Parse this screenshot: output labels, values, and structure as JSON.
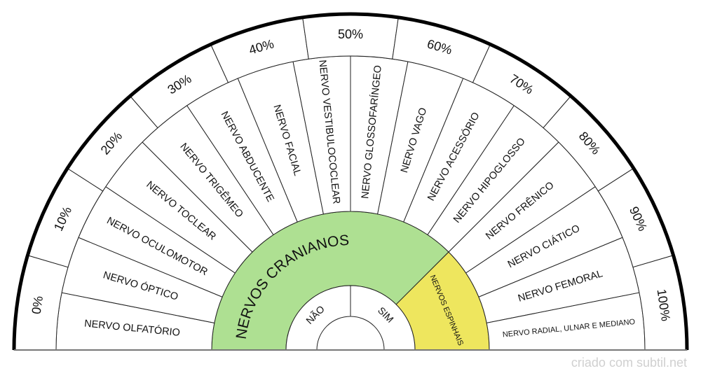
{
  "percent_labels": [
    "0%",
    "10%",
    "20%",
    "30%",
    "40%",
    "50%",
    "60%",
    "70%",
    "80%",
    "90%",
    "100%"
  ],
  "nerves": [
    "NERVO OLFATÓRIO",
    "NERVO ÓPTICO",
    "NERVO OCULOMOTOR",
    "NERVO TOCLEAR",
    "NERVO TRIGÊMEO",
    "NERVO ABDUCENTE",
    "NERVO FACIAL",
    "NERVO VESTIBULOCOCLEAR",
    "NERVO GLOSSOFARÍNGEO",
    "NERVO VAGO",
    "NERVO ACESSÓRIO",
    "NERVO HIPOGLOSSO",
    "NERVO FRÊNICO",
    "NERVO CIÁTICO",
    "NERVO FEMORAL",
    "NERVO RADIAL, ULNAR E MEDIANO"
  ],
  "groups": [
    {
      "label": "NERVOS CRANIANOS",
      "sectors": 12,
      "color": "#aee092"
    },
    {
      "label": "NERVOS ESPINHAIS",
      "sectors": 4,
      "color": "#eee65e"
    }
  ],
  "answers": {
    "no": "NÃO",
    "yes": "SIM"
  },
  "watermark": "criado com subtil.net"
}
